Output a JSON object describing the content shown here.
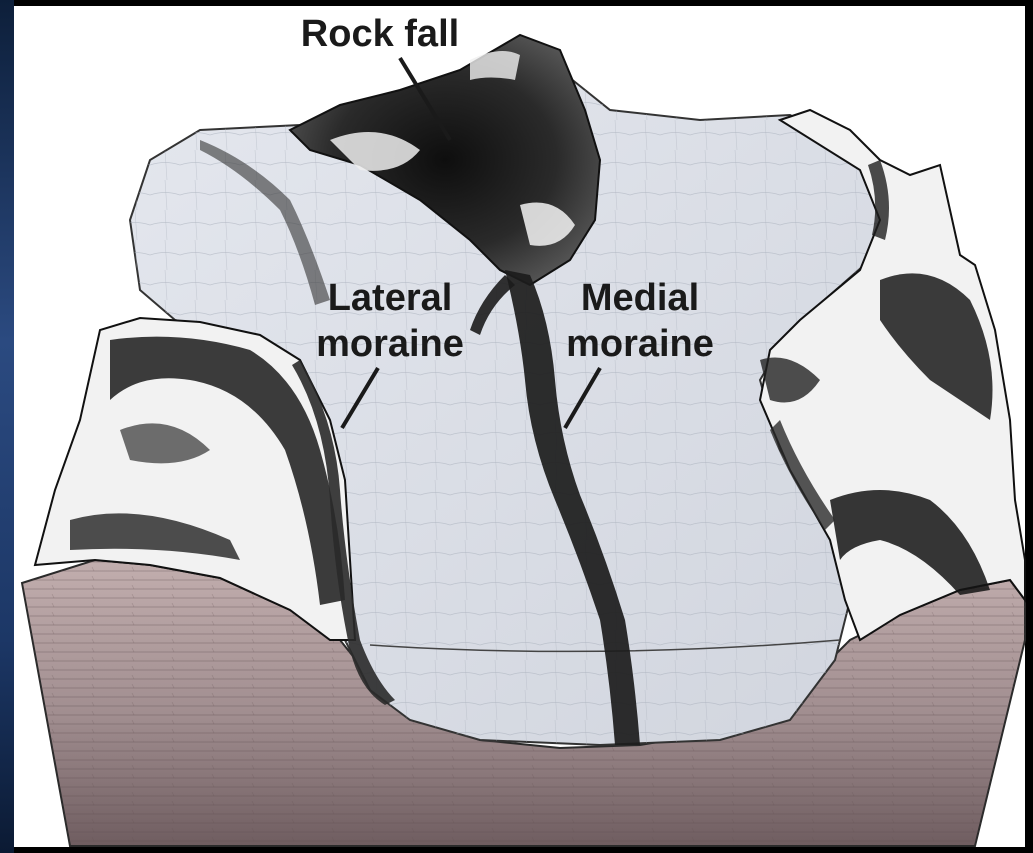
{
  "labels": {
    "rock_fall": "Rock fall",
    "lateral_line1": "Lateral",
    "lateral_line2": "moraine",
    "medial_line1": "Medial",
    "medial_line2": "moraine"
  },
  "colors": {
    "ice": "#dfe3ea",
    "ice_shadow": "#c7ccd6",
    "rock": "#141414",
    "snow": "#f5f5f5",
    "bedrock_top": "#b9a5a5",
    "bedrock_bottom": "#7d6a6c",
    "frame": "#000000",
    "frame_edge": "#2b4a80"
  }
}
